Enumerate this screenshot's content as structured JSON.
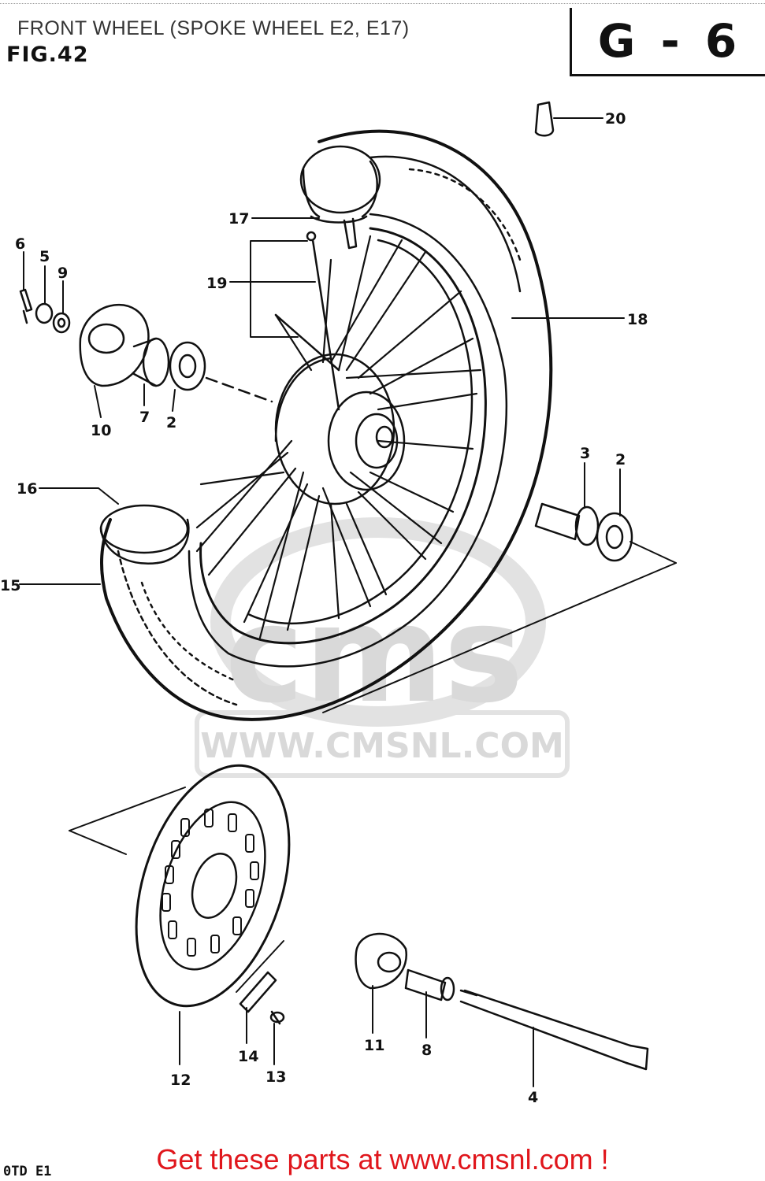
{
  "page": {
    "title": "FRONT WHEEL (SPOKE WHEEL E2, E17)",
    "figure": "FIG.42",
    "code": "G - 6",
    "footer_code": "0TD E1",
    "cta": "Get these parts at www.cmsnl.com !"
  },
  "watermark": {
    "logo": "cms",
    "url": "WWW.CMSNL.COM"
  },
  "parts": {
    "p20": "20",
    "p17": "17",
    "p19": "19",
    "p18": "18",
    "p6": "6",
    "p5": "5",
    "p9": "9",
    "p10": "10",
    "p7": "7",
    "p2a": "2",
    "p3": "3",
    "p2b": "2",
    "p16": "16",
    "p15": "15",
    "p12": "12",
    "p14": "14",
    "p13": "13",
    "p11": "11",
    "p8": "8",
    "p4": "4"
  },
  "colors": {
    "line": "#111111",
    "watermark": "#d9d9d9",
    "cta": "#e0161c"
  }
}
